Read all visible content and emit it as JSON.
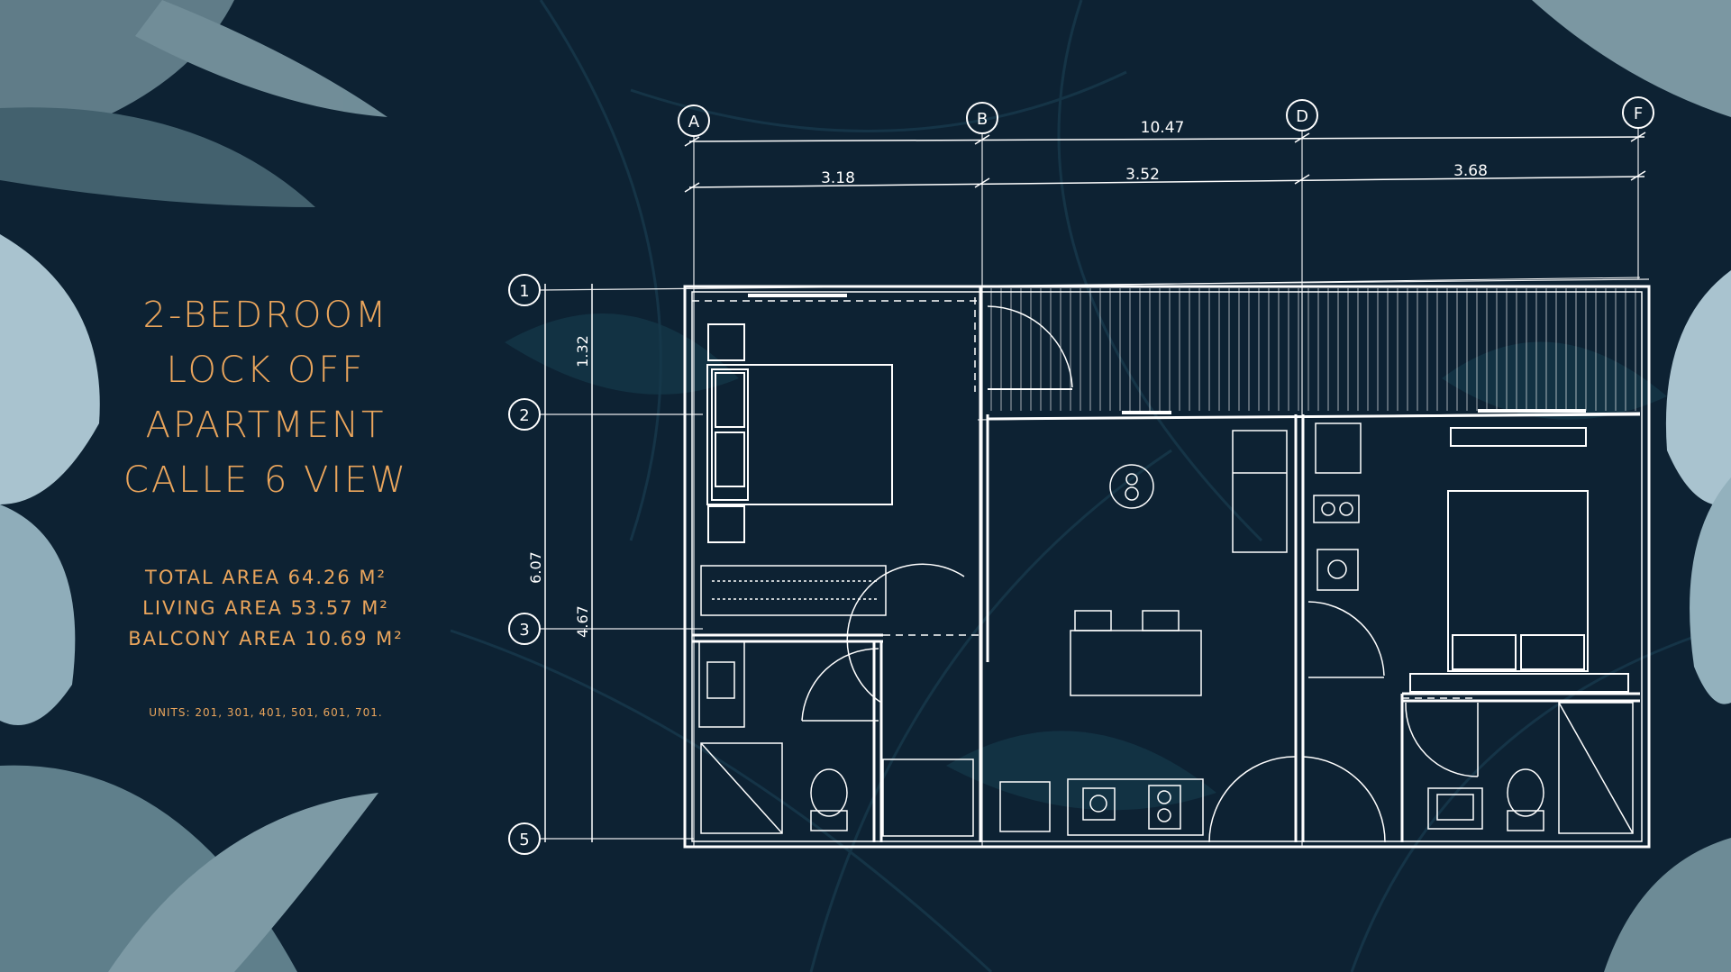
{
  "title_lines": [
    "2-BEDROOM",
    "LOCK OFF",
    "APARTMENT",
    "CALLE 6 VIEW"
  ],
  "areas": [
    "TOTAL AREA 64.26 M²",
    "LIVING AREA 53.57 M²",
    "BALCONY AREA 10.69 M²"
  ],
  "units": "UNITS: 201, 301, 401, 501, 601, 701.",
  "grid_columns": [
    "A",
    "B",
    "D",
    "F"
  ],
  "grid_rows": [
    "1",
    "2",
    "3",
    "5"
  ],
  "dimensions": {
    "total_width": "10.47",
    "span_ab": "3.18",
    "span_bd": "3.52",
    "span_df": "3.68",
    "total_depth": "6.07",
    "span_12": "1.32",
    "span_35": "4.67"
  },
  "colors": {
    "background": "#0d2233",
    "accent_text": "#eaa55c",
    "plan_lines": "#ffffff",
    "leaf_dark": "#173a4c",
    "leaf_light": "#9fb9c8"
  }
}
